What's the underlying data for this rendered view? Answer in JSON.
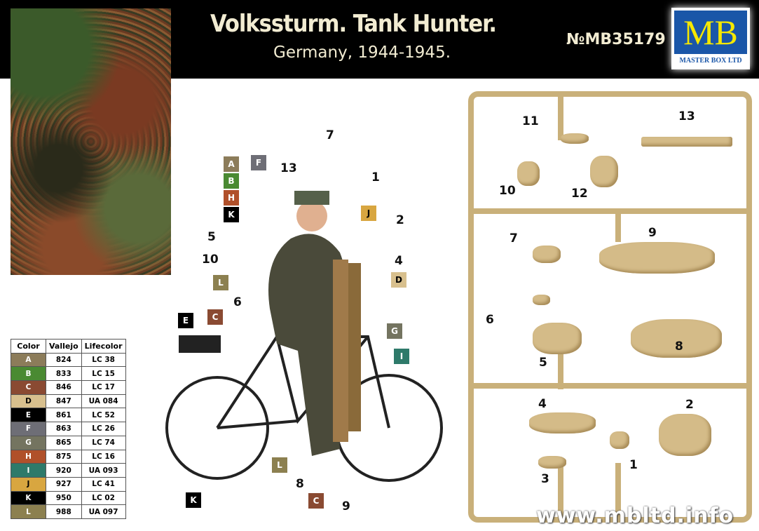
{
  "header": {
    "title": "Volkssturm. Tank Hunter.",
    "subtitle": "Germany, 1944-1945.",
    "code": "№MB35179",
    "logo_text": "MB",
    "logo_sub": "MASTER BOX LTD"
  },
  "paint_table": {
    "headers": [
      "Color",
      "Vallejo",
      "Lifecolor"
    ],
    "rows": [
      {
        "color": "A",
        "vallejo": "824",
        "lifecolor": "LC 38",
        "hex": "#8c7c5a"
      },
      {
        "color": "B",
        "vallejo": "833",
        "lifecolor": "LC 15",
        "hex": "#4a8a32"
      },
      {
        "color": "C",
        "vallejo": "846",
        "lifecolor": "LC 17",
        "hex": "#8a4a32"
      },
      {
        "color": "D",
        "vallejo": "847",
        "lifecolor": "UA 084",
        "hex": "#d8c08e"
      },
      {
        "color": "E",
        "vallejo": "861",
        "lifecolor": "LC 52",
        "hex": "#000000"
      },
      {
        "color": "F",
        "vallejo": "863",
        "lifecolor": "LC 26",
        "hex": "#6e6e76"
      },
      {
        "color": "G",
        "vallejo": "865",
        "lifecolor": "LC 74",
        "hex": "#747460"
      },
      {
        "color": "H",
        "vallejo": "875",
        "lifecolor": "LC 16",
        "hex": "#b0502a"
      },
      {
        "color": "I",
        "vallejo": "920",
        "lifecolor": "UA 093",
        "hex": "#2e7a6a"
      },
      {
        "color": "J",
        "vallejo": "927",
        "lifecolor": "LC 41",
        "hex": "#d8a640"
      },
      {
        "color": "K",
        "vallejo": "950",
        "lifecolor": "LC 02",
        "hex": "#000000"
      },
      {
        "color": "L",
        "vallejo": "988",
        "lifecolor": "UA 097",
        "hex": "#8c8050"
      }
    ]
  },
  "figure_callouts": {
    "letters": [
      "A",
      "B",
      "H",
      "K",
      "F",
      "J",
      "D",
      "L",
      "C",
      "E",
      "G",
      "I",
      "L",
      "C",
      "K"
    ],
    "numbers": [
      "7",
      "13",
      "1",
      "2",
      "5",
      "10",
      "4",
      "6",
      "8",
      "9"
    ]
  },
  "sprue_numbers": [
    "11",
    "13",
    "10",
    "12",
    "7",
    "9",
    "6",
    "8",
    "5",
    "4",
    "2",
    "3",
    "1"
  ],
  "watermark": "www.mbltd.info"
}
